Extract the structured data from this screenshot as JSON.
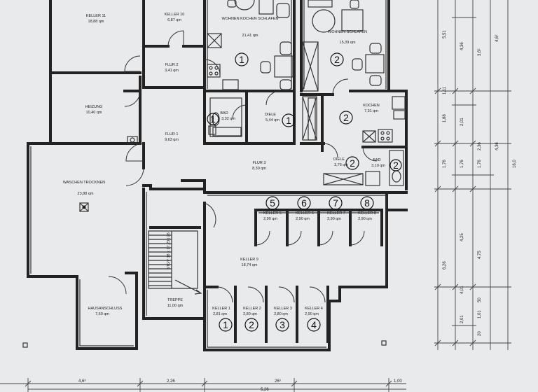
{
  "rooms": [
    {
      "name": "KELLER 11",
      "area": "18,88 qm"
    },
    {
      "name": "KELLER 10",
      "area": "6,87 qm"
    },
    {
      "name": "WOHNEN KOCHEN SCHLAFEN",
      "area": "21,41 qm"
    },
    {
      "name": "WOHNEN SCHLAFEN",
      "area": "15,39 qm"
    },
    {
      "name": "FLUR 2",
      "area": "3,41 qm"
    },
    {
      "name": "HEIZUNG",
      "area": "10,40 qm"
    },
    {
      "name": "FLUR 1",
      "area": "9,63 qm"
    },
    {
      "name": "BAD",
      "area": "3,32 qm"
    },
    {
      "name": "DIELE",
      "area": "5,44 qm"
    },
    {
      "name": "KOCHEN",
      "area": "7,31 qm"
    },
    {
      "name": "FLUR 3",
      "area": "8,30 qm"
    },
    {
      "name": "DIELE",
      "area": "3,76 qm"
    },
    {
      "name": "BAD",
      "area": "3,10 qm"
    },
    {
      "name": "WASCHEN TROCKNEN",
      "area": "23,88 qm"
    },
    {
      "name": "KELLER 5",
      "area": "2,90 qm"
    },
    {
      "name": "KELLER 6",
      "area": "2,90 qm"
    },
    {
      "name": "KELLER 7",
      "area": "2,90 qm"
    },
    {
      "name": "KELLER 8",
      "area": "2,90 qm"
    },
    {
      "name": "KELLER 9",
      "area": "18,74 qm"
    },
    {
      "name": "HAUSANSCHLUSS",
      "area": "7,60 qm"
    },
    {
      "name": "TREPPE",
      "area": "11,00 qm"
    },
    {
      "name": "KELLER 1",
      "area": "2,81 qm"
    },
    {
      "name": "KELLER 2",
      "area": "2,80 qm"
    },
    {
      "name": "KELLER 3",
      "area": "2,80 qm"
    },
    {
      "name": "KELLER 4",
      "area": "2,90 qm"
    }
  ],
  "unit_markers": [
    "1",
    "2",
    "1",
    "2",
    "1",
    "2",
    "2",
    "5",
    "6",
    "7",
    "8",
    "1",
    "2",
    "3",
    "4"
  ],
  "stair_note": "STGV 18 x 17,23 | 26",
  "right_dims_inner": [
    "1,76",
    "1,76",
    "4,25",
    "2,01",
    "50",
    "1,01",
    "20"
  ],
  "right_dims_mid": [
    "5,51",
    "4,36",
    "3,6²",
    "1,11",
    "1,88",
    "2,01",
    "1,76",
    "6,26",
    "4,01"
  ],
  "right_dims_outer": [
    "4,6²",
    "2,36",
    "4,36",
    "16,0",
    "4,75"
  ],
  "bottom_dims": [
    "4,6³",
    "2,26",
    "26³",
    "5,26",
    "1,00"
  ]
}
